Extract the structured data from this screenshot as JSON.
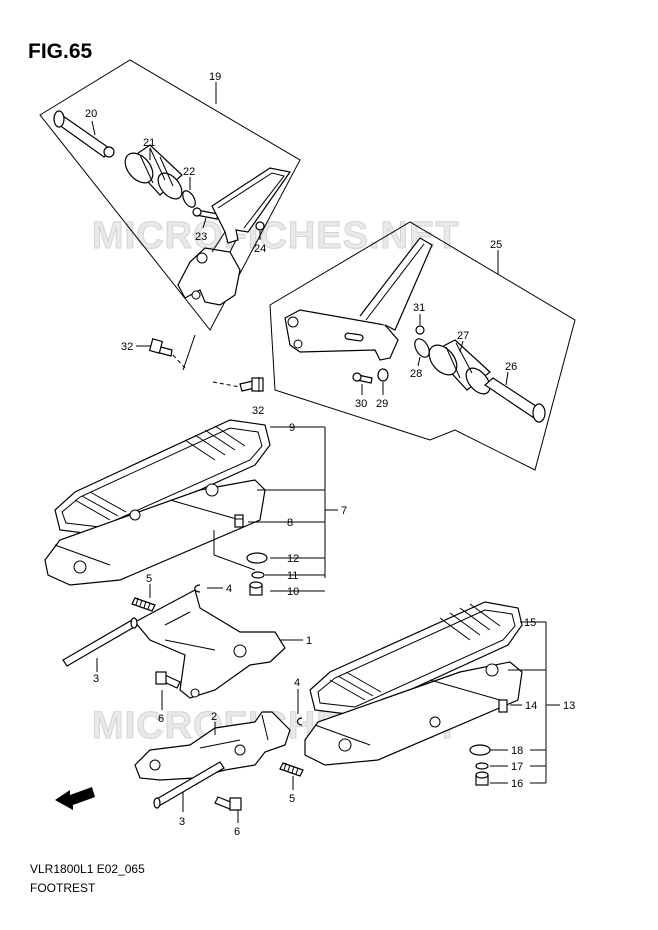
{
  "figure": {
    "title": "FIG.65",
    "code": "VLR1800L1 E02_065",
    "name": "FOOTREST",
    "watermark": "MICROFICHES.NET"
  },
  "callouts": {
    "c1": "1",
    "c2": "2",
    "c3a": "3",
    "c3b": "3",
    "c4a": "4",
    "c4b": "4",
    "c5a": "5",
    "c5b": "5",
    "c6a": "6",
    "c6b": "6",
    "c7": "7",
    "c8": "8",
    "c9": "9",
    "c10": "10",
    "c11": "11",
    "c12": "12",
    "c13": "13",
    "c14": "14",
    "c15": "15",
    "c16": "16",
    "c17": "17",
    "c18": "18",
    "c19": "19",
    "c20": "20",
    "c21": "21",
    "c22": "22",
    "c23": "23",
    "c24": "24",
    "c25": "25",
    "c26": "26",
    "c27": "27",
    "c28": "28",
    "c29": "29",
    "c30": "30",
    "c31": "31",
    "c32a": "32",
    "c32b": "32"
  },
  "icons": {
    "fwd": "fwd-arrow-icon"
  },
  "colors": {
    "line": "#000000",
    "watermark": "#e9e9e9"
  }
}
